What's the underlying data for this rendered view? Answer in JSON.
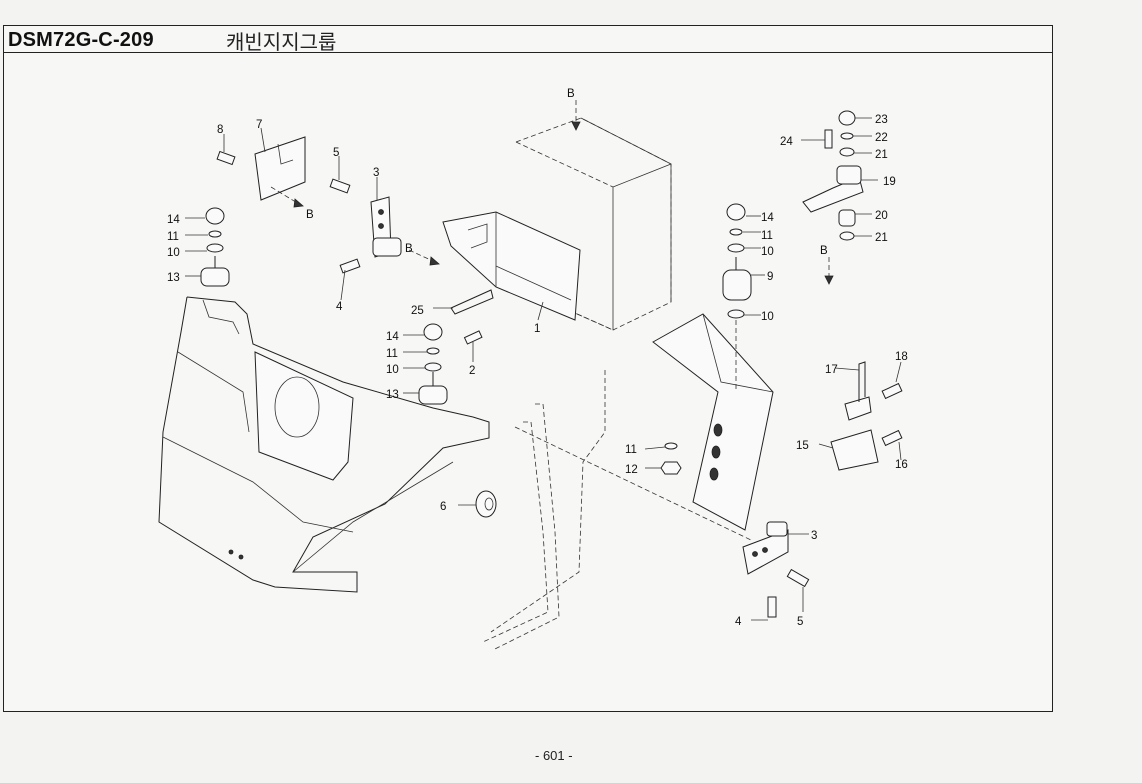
{
  "header": {
    "code": "DSM72G-C-209",
    "title": "캐빈지지그룹"
  },
  "footer": {
    "page": "- 601 -"
  },
  "diagram": {
    "callouts": {
      "c1": "1",
      "c2": "2",
      "c3a": "3",
      "c3b": "3",
      "c4a": "4",
      "c4b": "4",
      "c5a": "5",
      "c5b": "5",
      "c6": "6",
      "c7": "7",
      "c8": "8",
      "c9": "9",
      "c10a": "10",
      "c10b": "10",
      "c10c": "10",
      "c10d": "10",
      "c11a": "11",
      "c11b": "11",
      "c11c": "11",
      "c11d": "11",
      "c12": "12",
      "c13a": "13",
      "c13b": "13",
      "c14a": "14",
      "c14b": "14",
      "c14c": "14",
      "c15": "15",
      "c16": "16",
      "c17": "17",
      "c18": "18",
      "c19": "19",
      "c20": "20",
      "c21a": "21",
      "c21b": "21",
      "c22": "22",
      "c23": "23",
      "c24": "24",
      "c25": "25"
    },
    "view_markers": {
      "b1": "B",
      "b2": "B",
      "b3": "B",
      "b4": "B"
    }
  }
}
